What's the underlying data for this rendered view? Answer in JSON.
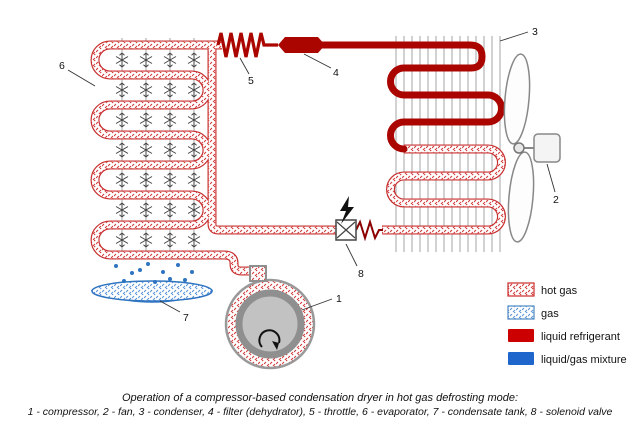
{
  "caption": {
    "line1": "Operation of a compressor-based condensation dryer in hot gas defrosting mode:",
    "line2": "1 - compressor, 2 - fan, 3 - condenser, 4 - filter (dehydrator), 5 - throttle, 6 - evaporator, 7 - condensate tank, 8 - solenoid valve"
  },
  "labels": {
    "compressor": "1",
    "fan": "2",
    "condenser": "3",
    "filter": "4",
    "throttle": "5",
    "evaporator": "6",
    "condensate_tank": "7",
    "solenoid_valve": "8"
  },
  "legend": {
    "items": [
      {
        "label": "hot gas",
        "swatch": "hot-gas-pattern"
      },
      {
        "label": "gas",
        "swatch": "gas-pattern"
      },
      {
        "label": "liquid refrigerant",
        "swatch": "solid-red"
      },
      {
        "label": "liquid/gas mixture",
        "swatch": "solid-blue"
      }
    ]
  },
  "colors": {
    "hot_gas": "#cc2a2a",
    "gas": "#5b93d8",
    "liquid_refrigerant": "#cc0000",
    "liquid_gas_mixture": "#1e66cc"
  }
}
